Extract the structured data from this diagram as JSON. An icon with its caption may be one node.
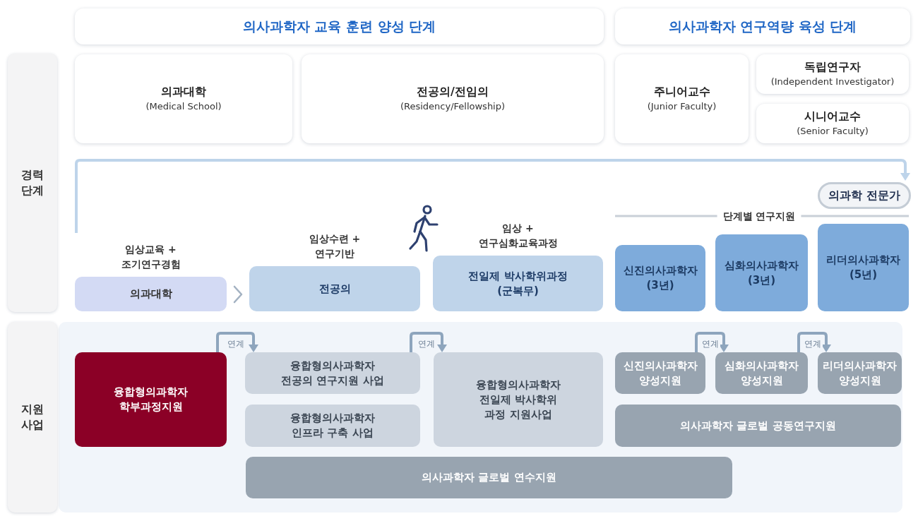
{
  "diagram": {
    "nodes": [
      {
        "text": [
          "의사과학자 교육 훈련 양성 단계"
        ]
      },
      {
        "text": [
          "의사과학자 연구역량 육성 단계"
        ]
      },
      {
        "text": [
          "경력 단계"
        ]
      },
      {
        "text": [
          "의과대학",
          "(Medical School)"
        ]
      },
      {
        "text": [
          "전공의/전임의",
          "(Residency/Fellowship)"
        ]
      },
      {
        "text": [
          "주니어교수",
          "(Junior Faculty)"
        ]
      },
      {
        "text": [
          "독립연구자",
          "(Independent Investigator)"
        ]
      },
      {
        "text": [
          "시니어교수",
          "(Senior Faculty)"
        ]
      },
      {
        "text": [
          "의과학 전문가"
        ]
      },
      {
        "text": [
          "의과대학"
        ],
        "beside": [
          "임상교육 + 조기연구경험"
        ]
      },
      {
        "text": [
          "전공의"
        ],
        "beside": [
          "임상수련 + 연구기반"
        ]
      },
      {
        "text": [
          "전일제 박사학위과정 (군복무)"
        ],
        "beside": [
          "임상 + 연구심화교육과정"
        ]
      },
      {
        "text": [
          "신진의사과학자 (3년)"
        ]
      },
      {
        "text": [
          "심화의사과학자 (3년)"
        ]
      },
      {
        "text": [
          "리더의사과학자 (5년)"
        ]
      },
      {
        "text": [
          "지원 사업"
        ]
      },
      {
        "text": [
          "융합형의과학자 학부과정지원"
        ]
      },
      {
        "text": [
          "융합형의사과학자 전공의 연구지원 사업"
        ]
      },
      {
        "text": [
          "융합형의사과학자 인프라 구축 사업"
        ]
      },
      {
        "text": [
          "융합형의사과학자 전일제 박사학위 과정 지원사업"
        ]
      },
      {
        "text": [
          "신진의사과학자 양성지원"
        ]
      },
      {
        "text": [
          "심화의사과학자 양성지원"
        ]
      },
      {
        "text": [
          "리더의사과학자 양성지원"
        ]
      },
      {
        "text": [
          "의사과학자 글로벌 공동연구지원"
        ]
      },
      {
        "text": [
          "의사과학자 글로벌 연수지원"
        ]
      }
    ],
    "edges": [
      {
        "from": 9,
        "to": 10,
        "arrow": "to"
      },
      {
        "from": null,
        "to": 8,
        "arrow": "to",
        "color": "#bed4ea"
      },
      {
        "from": 16,
        "to": 17,
        "arrow": "to",
        "label": "연계"
      },
      {
        "from": 17,
        "to": 19,
        "arrow": "to",
        "label": "연계"
      },
      {
        "from": 20,
        "to": 21,
        "arrow": "to",
        "label": "연계"
      },
      {
        "from": 21,
        "to": 22,
        "arrow": "to",
        "label": "연계"
      }
    ],
    "labels": [
      "단계별 연구지원"
    ]
  }
}
